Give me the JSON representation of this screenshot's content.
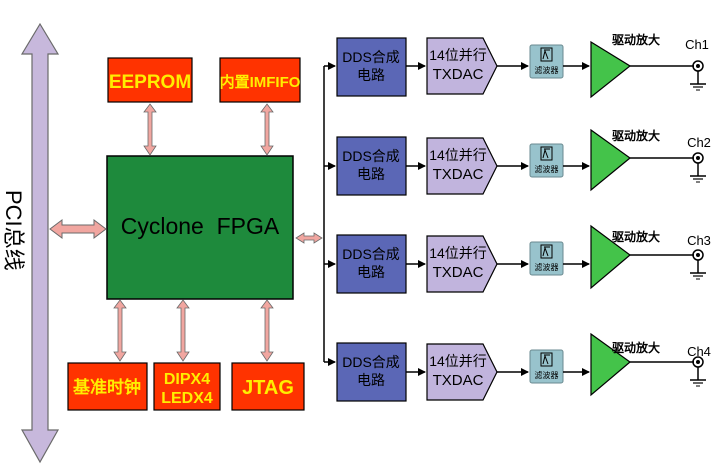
{
  "bus": {
    "label": "PCI总线"
  },
  "fpga": {
    "label": "Cyclone  FPGA"
  },
  "top_blocks": [
    {
      "id": "eeprom",
      "label": "EEPROM"
    },
    {
      "id": "fifo",
      "label": "内置IMFIFO"
    }
  ],
  "bottom_blocks": [
    {
      "id": "clock",
      "label": "基准时钟"
    },
    {
      "id": "dip",
      "line1": "DIPX4",
      "line2": "LEDX4"
    },
    {
      "id": "jtag",
      "label": "JTAG"
    }
  ],
  "channels": [
    {
      "dds": [
        "DDS合成",
        "电路"
      ],
      "dac": [
        "14位并行",
        "TXDAC"
      ],
      "filter": "滤波器",
      "amp": "驱动放大",
      "out": "Ch1"
    },
    {
      "dds": [
        "DDS合成",
        "电路"
      ],
      "dac": [
        "14位并行",
        "TXDAC"
      ],
      "filter": "滤波器",
      "amp": "驱动放大",
      "out": "Ch2"
    },
    {
      "dds": [
        "DDS合成",
        "电路"
      ],
      "dac": [
        "14位并行",
        "TXDAC"
      ],
      "filter": "滤波器",
      "amp": "驱动放大",
      "out": "Ch3"
    },
    {
      "dds": [
        "DDS合成",
        "电路"
      ],
      "dac": [
        "14位并行",
        "TXDAC"
      ],
      "filter": "滤波器",
      "amp": "驱动放大",
      "out": "Ch4"
    }
  ],
  "colors": {
    "bus": "#c7b8dc",
    "fpga": "#1e8a3c",
    "orange_block": "#ff3300",
    "orange_text": "#ffee00",
    "dds": "#5b67b6",
    "dac": "#c1b4dd",
    "filter": "#98c3cc",
    "amp": "#44c34a",
    "link_arrow": "#f1a6a0"
  }
}
